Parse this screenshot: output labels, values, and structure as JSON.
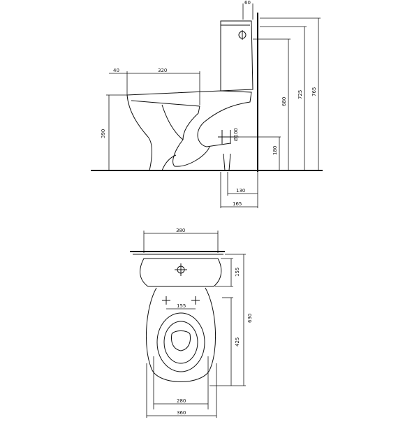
{
  "side_view": {
    "dims": {
      "top": "60",
      "rim_front": "40",
      "seat_len": "320",
      "height_390": "390",
      "outlet_dia": "Ø100",
      "outlet_h": "180",
      "h680": "680",
      "h725": "725",
      "h765": "765",
      "w130": "130",
      "w165": "165"
    }
  },
  "top_view": {
    "dims": {
      "tank_w": "380",
      "tank_d": "155",
      "bolts": "155",
      "total_len": "630",
      "bowl_len": "425",
      "foot_w": "280",
      "total_w": "360"
    }
  }
}
